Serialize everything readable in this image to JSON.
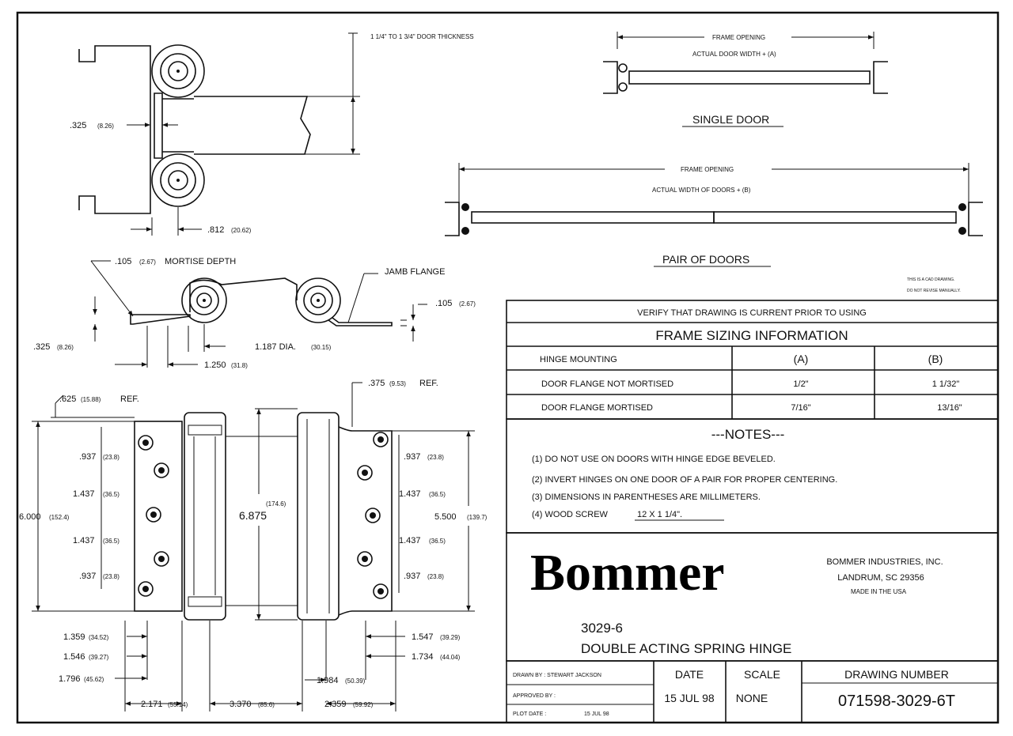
{
  "top_view": {
    "door_thickness": "1 1/4\" TO 1 3/4\" DOOR THICKNESS",
    "dim_325": ".325",
    "dim_325_mm": "(8.26)",
    "dim_812": ".812",
    "dim_812_mm": "(20.62)"
  },
  "single_door": {
    "frame_opening": "FRAME OPENING",
    "actual": "ACTUAL DOOR WIDTH + (A)",
    "title": "SINGLE DOOR"
  },
  "pair_doors": {
    "frame_opening": "FRAME OPENING",
    "actual": "ACTUAL WIDTH OF DOORS + (B)",
    "title": "PAIR OF DOORS"
  },
  "cad_note_1": "THIS IS A CAD DRAWING.",
  "cad_note_2": "DO NOT REVISE MANUALLY.",
  "section_view": {
    "mortise": ".105",
    "mortise_mm": "(2.67)",
    "mortise_label": "MORTISE DEPTH",
    "jamb_flange": "JAMB FLANGE",
    "dim_105": ".105",
    "dim_105_mm": "(2.67)",
    "dim_325": ".325",
    "dim_325_mm": "(8.26)",
    "dia": "1.187 DIA.",
    "dia_mm": "(30.15)",
    "dim_1250": "1.250",
    "dim_1250_mm": "(31.8)"
  },
  "front_view": {
    "ref_625": ".625",
    "ref_625_mm": "(15.88)",
    "ref_625_suffix": "REF.",
    "ref_375": ".375",
    "ref_375_mm": "(9.53)",
    "ref_375_suffix": "REF.",
    "l_937a": ".937",
    "l_937a_mm": "(23.8)",
    "l_1437a": "1.437",
    "l_1437a_mm": "(36.5)",
    "l_6000": "6.000",
    "l_6000_mm": "(152.4)",
    "l_1437b": "1.437",
    "l_1437b_mm": "(36.5)",
    "l_937b": ".937",
    "l_937b_mm": "(23.8)",
    "c_mm": "(174.6)",
    "c_6875": "6.875",
    "r_937a": ".937",
    "r_937a_mm": "(23.8)",
    "r_1437a": "1.437",
    "r_1437a_mm": "(36.5)",
    "r_5500": "5.500",
    "r_5500_mm": "(139.7)",
    "r_1437b": "1.437",
    "r_1437b_mm": "(36.5)",
    "r_937b": ".937",
    "r_937b_mm": "(23.8)",
    "b_1359": "1.359",
    "b_1359_mm": "(34.52)",
    "b_1546": "1.546",
    "b_1546_mm": "(39.27)",
    "b_1796": "1.796",
    "b_1796_mm": "(45.62)",
    "b_1547": "1.547",
    "b_1547_mm": "(39.29)",
    "b_1734": "1.734",
    "b_1734_mm": "(44.04)",
    "b_1984": "1.984",
    "b_1984_mm": "(50.39)",
    "b_2171": "2.171",
    "b_2171_mm": "(55.14)",
    "b_3370": "3.370",
    "b_3370_mm": "(85.6)",
    "b_2359": "2.359",
    "b_2359_mm": "(59.92)"
  },
  "table": {
    "verify": "VERIFY THAT DRAWING IS CURRENT PRIOR TO USING",
    "frame_sizing": "FRAME SIZING INFORMATION",
    "headers": [
      "HINGE MOUNTING",
      "(A)",
      "(B)"
    ],
    "rows": [
      [
        "DOOR FLANGE NOT MORTISED",
        "1/2\"",
        "1  1/32\""
      ],
      [
        "DOOR FLANGE MORTISED",
        "7/16\"",
        "13/16\""
      ]
    ]
  },
  "notes": {
    "title": "---NOTES---",
    "items": [
      "(1) DO NOT USE ON DOORS WITH HINGE EDGE BEVELED.",
      "(2) INVERT HINGES ON ONE DOOR OF A PAIR FOR PROPER CENTERING.",
      "(3) DIMENSIONS IN PARENTHESES ARE MILLIMETERS."
    ],
    "item4_prefix": "(4) WOOD SCREW",
    "item4_value": "12 X 1 1/4\"."
  },
  "brand": {
    "logo": "Bommer",
    "company": "BOMMER INDUSTRIES, INC.",
    "city": "LANDRUM, SC 29356",
    "made": "MADE IN THE USA"
  },
  "product": {
    "model": "3029-6",
    "name": "DOUBLE ACTING SPRING HINGE"
  },
  "title_block": {
    "drawn_by": "DRAWN BY  :  STEWART JACKSON",
    "approved_by": "APPROVED BY :",
    "plot_date_label": "PLOT DATE   :",
    "plot_date": "15 JUL 98",
    "date_label": "DATE",
    "date": "15 JUL 98",
    "scale_label": "SCALE",
    "scale": "NONE",
    "drawing_number_label": "DRAWING NUMBER",
    "drawing_number": "071598-3029-6T"
  }
}
